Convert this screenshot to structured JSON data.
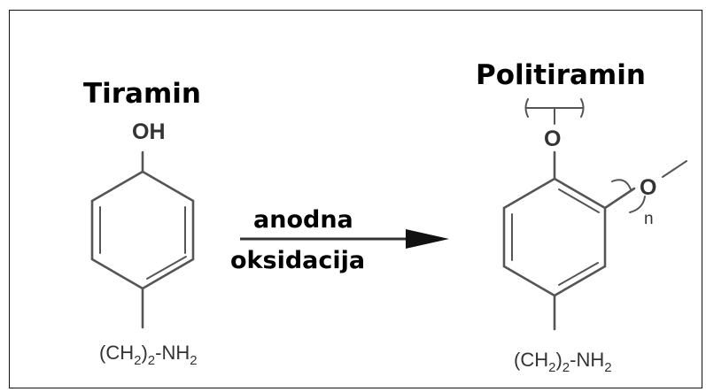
{
  "reactant": {
    "name": "Tiramin",
    "hydroxyl": "OH",
    "chain_left": "(CH",
    "chain_sub": "2",
    "chain_paren": ")",
    "chain_sub2": "2",
    "chain_right": "-NH",
    "chain_sub3": "2"
  },
  "arrow": {
    "line1": "anodna",
    "line2": "oksidacija"
  },
  "product": {
    "name": "Politiramin",
    "oxygen_top": "O",
    "oxygen_side": "O",
    "repeat_index": "n",
    "chain_left": "(CH",
    "chain_sub": "2",
    "chain_paren": ")",
    "chain_sub2": "2",
    "chain_right": "-NH",
    "chain_sub3": "2"
  }
}
